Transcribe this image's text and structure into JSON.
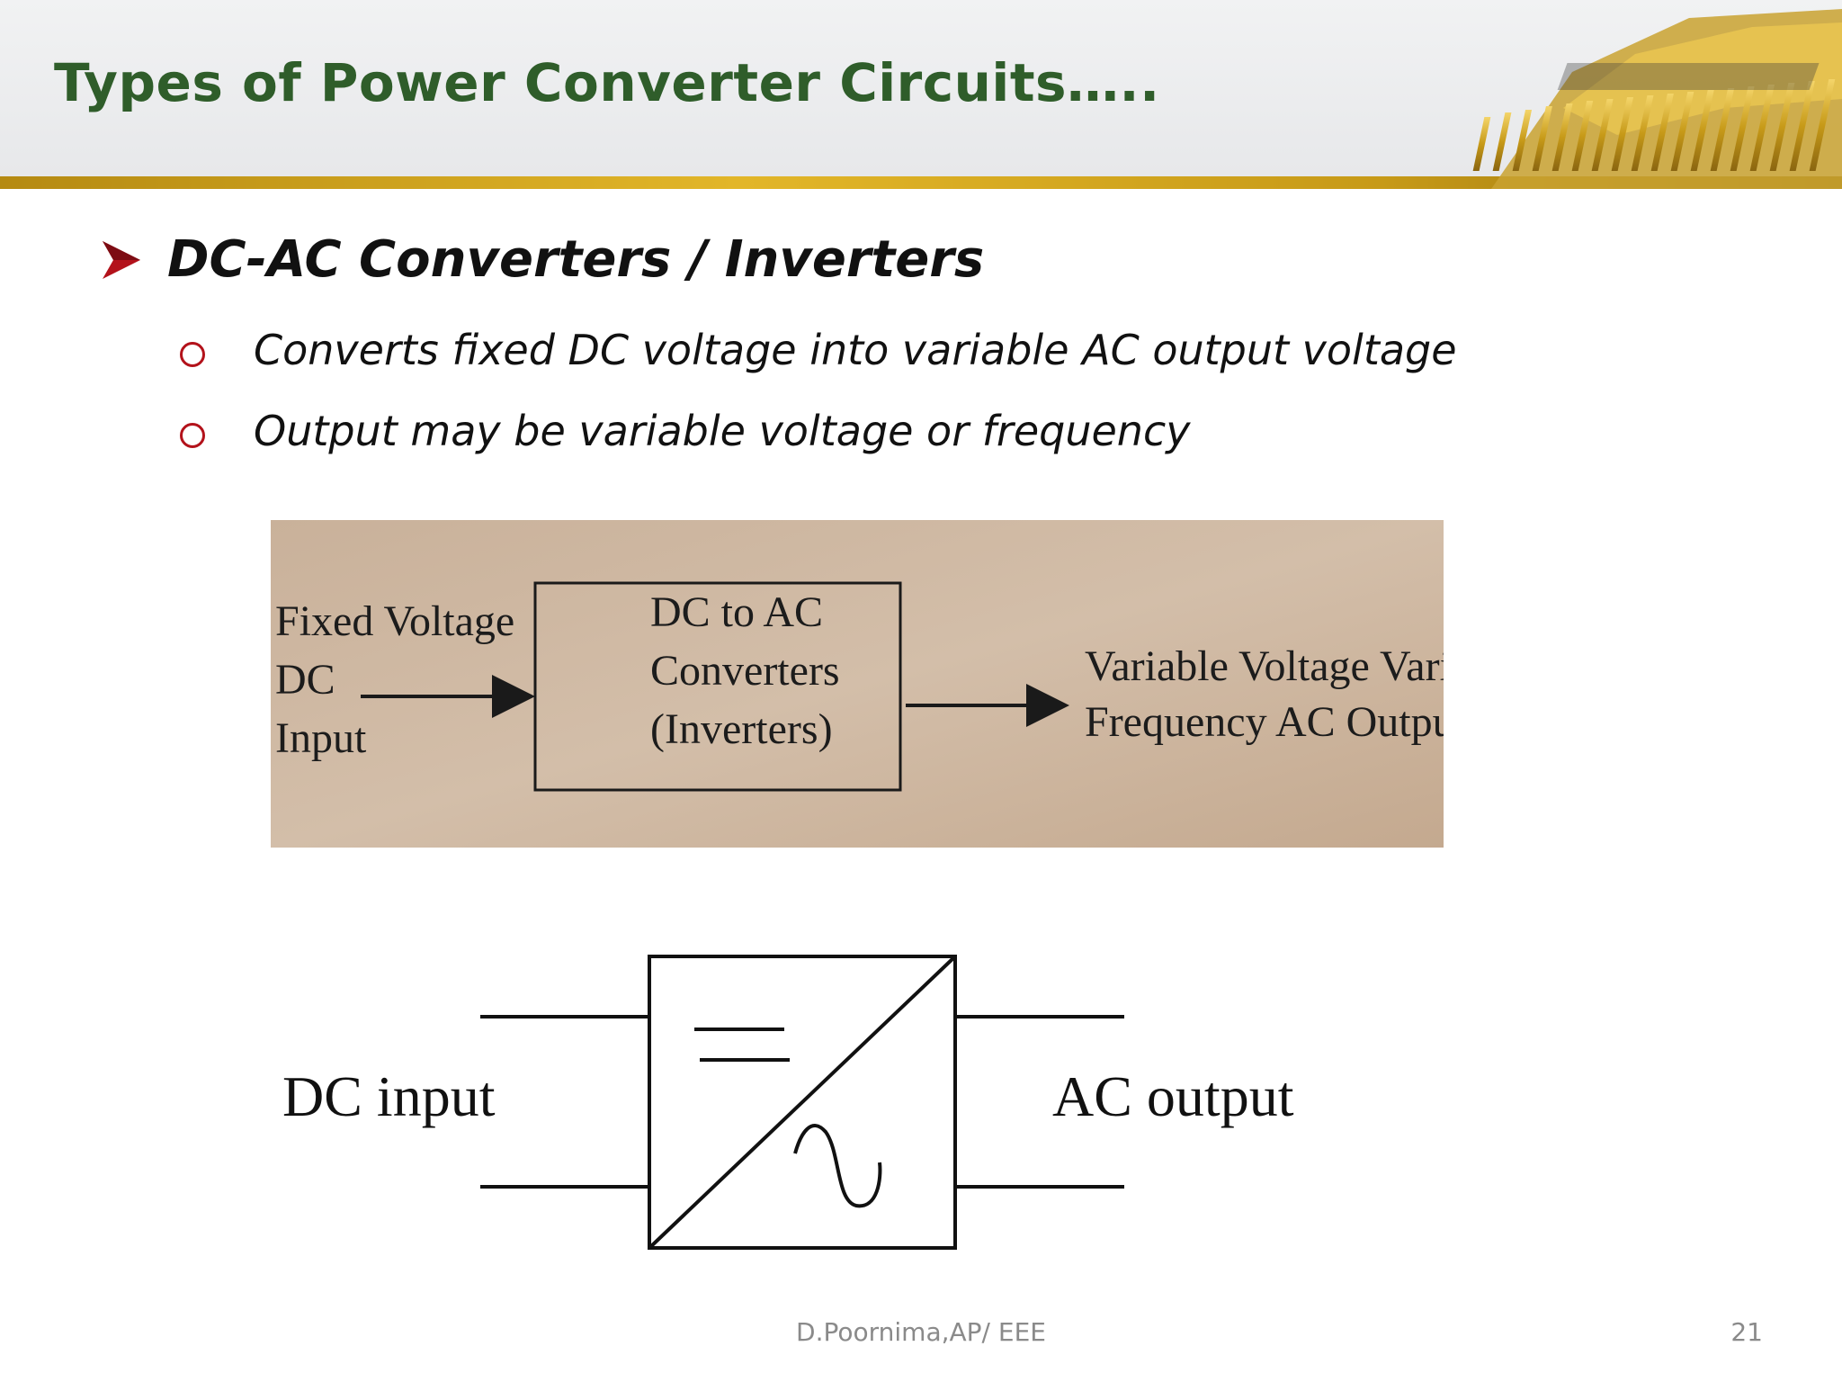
{
  "slide": {
    "title": "Types of Power Converter Circuits…..",
    "main_bullet": "DC-AC Converters / Inverters",
    "sub_bullets": [
      "Converts fixed DC  voltage into variable AC output voltage",
      "Output may be variable voltage or frequency"
    ]
  },
  "block_diagram": {
    "input_lines": [
      "Fixed Voltage",
      "DC",
      "Input"
    ],
    "block_lines": [
      "DC to AC",
      "Converters",
      "(Inverters)"
    ],
    "output_lines": [
      "Variable Voltage Varibale",
      "Frequency AC Output"
    ]
  },
  "symbol_diagram": {
    "input_label": "DC input",
    "output_label": "AC output"
  },
  "footer": {
    "author": "D.Poornima,AP/ EEE",
    "page_number": "21"
  },
  "colors": {
    "title_green": "#2f5d2a",
    "gold_band": "#d4a21e",
    "bullet_red": "#b3121b",
    "photo_background": "#cdb6a0"
  },
  "icons": {
    "main_bullet": "arrowhead-bullet-icon",
    "sub_bullet": "hollow-circle-bullet-icon",
    "converter_symbol": "dc-ac-converter-symbol-icon"
  }
}
